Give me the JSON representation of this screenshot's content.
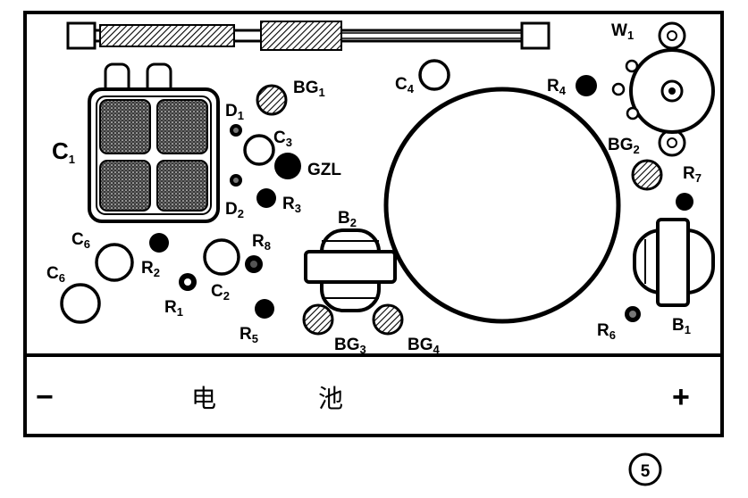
{
  "labels": {
    "w1": {
      "main": "W",
      "sub": "1"
    },
    "c1": {
      "main": "C",
      "sub": "1"
    },
    "d1": {
      "main": "D",
      "sub": "1"
    },
    "d2": {
      "main": "D",
      "sub": "2"
    },
    "c3": {
      "main": "C",
      "sub": "3"
    },
    "c4": {
      "main": "C",
      "sub": "4"
    },
    "bg1": {
      "main": "BG",
      "sub": "1"
    },
    "gzl": {
      "main": "GZL"
    },
    "r3": {
      "main": "R",
      "sub": "3"
    },
    "r4": {
      "main": "R",
      "sub": "4"
    },
    "bg2": {
      "main": "BG",
      "sub": "2"
    },
    "r7": {
      "main": "R",
      "sub": "7"
    },
    "c6a": {
      "main": "C",
      "sub": "6"
    },
    "c6b": {
      "main": "C",
      "sub": "6"
    },
    "r2": {
      "main": "R",
      "sub": "2"
    },
    "r1": {
      "main": "R",
      "sub": "1"
    },
    "c2": {
      "main": "C",
      "sub": "2"
    },
    "r8": {
      "main": "R",
      "sub": "8"
    },
    "r5": {
      "main": "R",
      "sub": "5"
    },
    "b2": {
      "main": "B",
      "sub": "2"
    },
    "bg3": {
      "main": "BG",
      "sub": "3"
    },
    "bg4": {
      "main": "BG",
      "sub": "4"
    },
    "r6": {
      "main": "R",
      "sub": "6"
    },
    "b1": {
      "main": "B",
      "sub": "1"
    }
  },
  "battery": {
    "minus": "−",
    "label_1": "电",
    "label_2": "池",
    "plus": "+"
  },
  "figure_number": "5"
}
